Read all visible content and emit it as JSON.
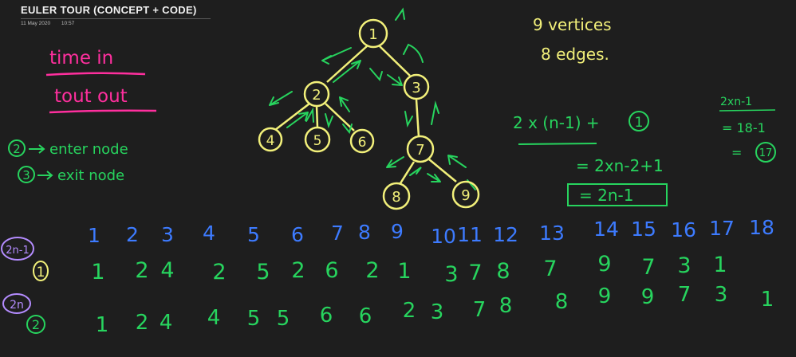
{
  "page": {
    "title": "EULER  TOUR  (CONCEPT + CODE)",
    "date": "11 May 2020",
    "time": "10:57"
  },
  "colors": {
    "background": "#1e1e1e",
    "yellow": "#f2f07a",
    "pink": "#ff2f9e",
    "green": "#27d45e",
    "blue": "#3d7bff",
    "purple": "#b48cff"
  },
  "notes": {
    "time_in": "time  in",
    "tout_out": "tout out",
    "enter_num": "2",
    "enter_text": "enter node",
    "exit_num": "3",
    "exit_text": "exit node",
    "vertices": "9 vertices",
    "edges": "8 edges.",
    "formula1": "2 x (n-1) +",
    "formula1_circled": "1",
    "formula2": "= 2xn-2+1",
    "formula3": "= 2n-1",
    "side1": "2xn-1",
    "side2": "= 18-1",
    "side3": "=",
    "side3_circled": "17"
  },
  "tree": {
    "nodes": [
      "1",
      "2",
      "3",
      "4",
      "5",
      "6",
      "7",
      "8",
      "9"
    ]
  },
  "table": {
    "label_row1": "2n-1",
    "label_row2_circled": "1",
    "label_row3": "2n",
    "label_row4_circled": "2",
    "index_row": [
      "1",
      "2",
      "3",
      "4",
      "5",
      "6",
      "7",
      "8",
      "9",
      "10",
      "11",
      "12",
      "13",
      "14",
      "15",
      "16",
      "17",
      "18"
    ],
    "tour_row1": [
      "1",
      "2",
      "4",
      "2",
      "5",
      "2",
      "6",
      "2",
      "1",
      "3",
      "7",
      "8",
      "7",
      "9",
      "7",
      "3",
      "1"
    ],
    "tour_row2": [
      "1",
      "2",
      "4",
      "4",
      "5",
      "5",
      "6",
      "6",
      "2",
      "3",
      "7",
      "8",
      "8",
      "9",
      "9",
      "7",
      "3",
      "1"
    ]
  }
}
